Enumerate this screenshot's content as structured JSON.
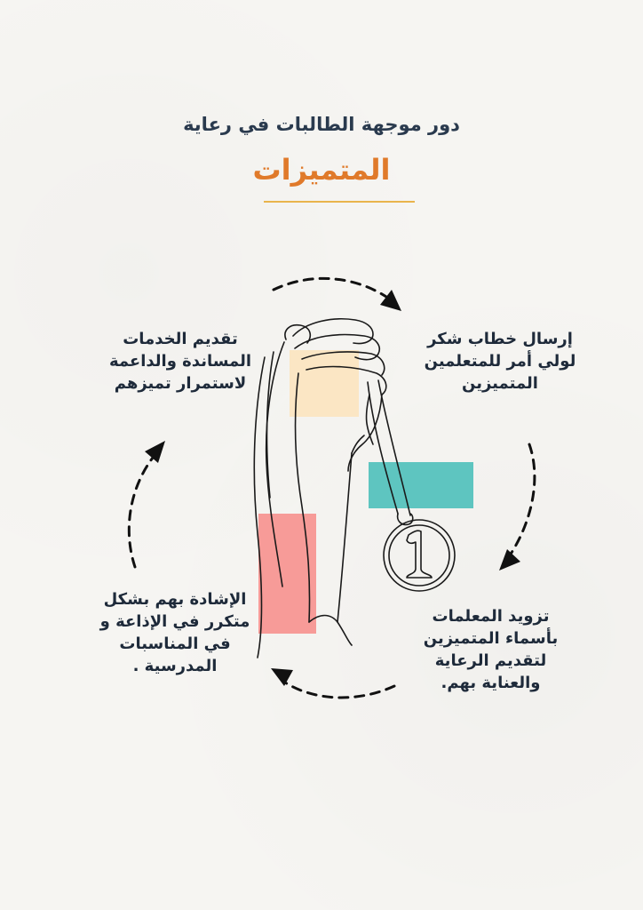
{
  "header": {
    "subtitle": "دور موجهة الطالبات في رعاية",
    "title": "المتميزات"
  },
  "colors": {
    "title_accent": "#e07a2a",
    "underline": "#e9b44c",
    "cream_block": "#fbe6c4",
    "teal_block": "#5ec5c0",
    "pink_block": "#f79b98",
    "text": "#1e2a3a",
    "line_art": "#1a1a1a"
  },
  "steps": [
    {
      "position": "top-right",
      "lines": [
        "إرسال خطاب شكر",
        "لولي أمر للمتعلمين",
        "المتميزين"
      ]
    },
    {
      "position": "bottom-right",
      "lines": [
        "تزويد المعلمات",
        "بأسماء المتميزين",
        "لتقديم الرعاية",
        "والعناية بهم."
      ]
    },
    {
      "position": "bottom-left",
      "lines": [
        "الإشادة بهم بشكل",
        "متكرر في الإذاعة و",
        "في المناسبات",
        "المدرسية ."
      ]
    },
    {
      "position": "top-left",
      "lines": [
        "تقديم الخدمات",
        "المساندة والداعمة",
        "لاستمرار تميزهم"
      ]
    }
  ],
  "illustration": {
    "subject": "hand-holding-medal",
    "medal_number": "1"
  }
}
